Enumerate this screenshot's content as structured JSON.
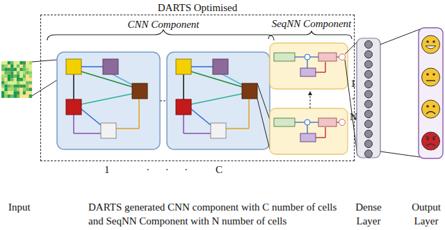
{
  "diagram": {
    "nodes": [
      {
        "text": [
          "DARTS Optimised"
        ]
      }
    ],
    "labels": [
      "CNN Component",
      "SeqNN Component",
      "1",
      ". . .",
      "C",
      "1",
      ".",
      "N",
      "Input",
      "DARTS generated CNN component with C number of cells and SeqNN Component with N number of cells",
      "Dense Layer",
      "Output Layer"
    ]
  }
}
